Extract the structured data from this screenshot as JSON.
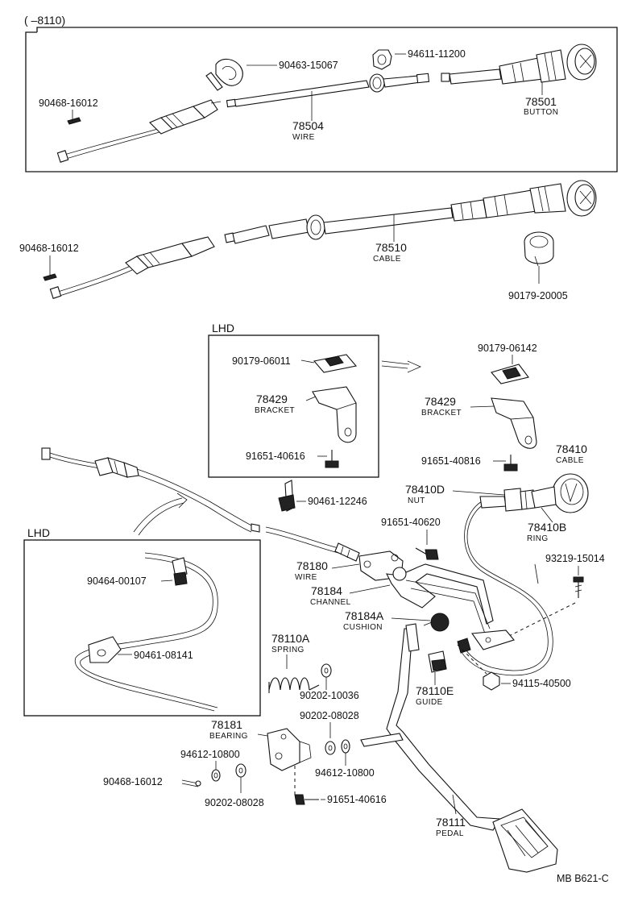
{
  "header": {
    "range_text": "(      –8110)"
  },
  "footer": {
    "code": "MB  B621-C"
  },
  "groups": {
    "lhd_top": "LHD",
    "lhd_left": "LHD"
  },
  "parts": {
    "p_90463_15067": {
      "number": "90463-15067"
    },
    "p_94611_11200": {
      "number": "94611-11200"
    },
    "p_90468_16012_a": {
      "number": "90468-16012"
    },
    "p_78501": {
      "number": "78501",
      "name": "BUTTON"
    },
    "p_78504": {
      "number": "78504",
      "name": "WIRE"
    },
    "p_90468_16012_b": {
      "number": "90468-16012"
    },
    "p_78510": {
      "number": "78510",
      "name": "CABLE"
    },
    "p_90179_20005": {
      "number": "90179-20005"
    },
    "p_90179_06011": {
      "number": "90179-06011"
    },
    "p_78429_lhd": {
      "number": "78429",
      "name": "BRACKET"
    },
    "p_91651_40616_lhd": {
      "number": "91651-40616"
    },
    "p_90179_06142": {
      "number": "90179-06142"
    },
    "p_78429": {
      "number": "78429",
      "name": "BRACKET"
    },
    "p_91651_40816": {
      "number": "91651-40816"
    },
    "p_78410": {
      "number": "78410",
      "name": "CABLE"
    },
    "p_78410D": {
      "number": "78410D",
      "name": "NUT"
    },
    "p_90461_12246": {
      "number": "90461-12246"
    },
    "p_91651_40620": {
      "number": "91651-40620"
    },
    "p_78410B": {
      "number": "78410B",
      "name": "RING"
    },
    "p_93219_15014": {
      "number": "93219-15014"
    },
    "p_90464_00107": {
      "number": "90464-00107"
    },
    "p_90461_08141": {
      "number": "90461-08141"
    },
    "p_78180": {
      "number": "78180",
      "name": "WIRE"
    },
    "p_78184": {
      "number": "78184",
      "name": "CHANNEL"
    },
    "p_78184A": {
      "number": "78184A",
      "name": "CUSHION"
    },
    "p_78110A": {
      "number": "78110A",
      "name": "SPRING"
    },
    "p_90202_10036": {
      "number": "90202-10036"
    },
    "p_78110E": {
      "number": "78110E",
      "name": "GUIDE"
    },
    "p_94115_40500": {
      "number": "94115-40500"
    },
    "p_78181": {
      "number": "78181",
      "name": "BEARING"
    },
    "p_90202_08028_a": {
      "number": "90202-08028"
    },
    "p_94612_10800_a": {
      "number": "94612-10800"
    },
    "p_94612_10800_b": {
      "number": "94612-10800"
    },
    "p_90468_16012_c": {
      "number": "90468-16012"
    },
    "p_90202_08028_b": {
      "number": "90202-08028"
    },
    "p_91651_40616": {
      "number": "91651-40616"
    },
    "p_78111": {
      "number": "78111",
      "name": "PEDAL"
    }
  }
}
